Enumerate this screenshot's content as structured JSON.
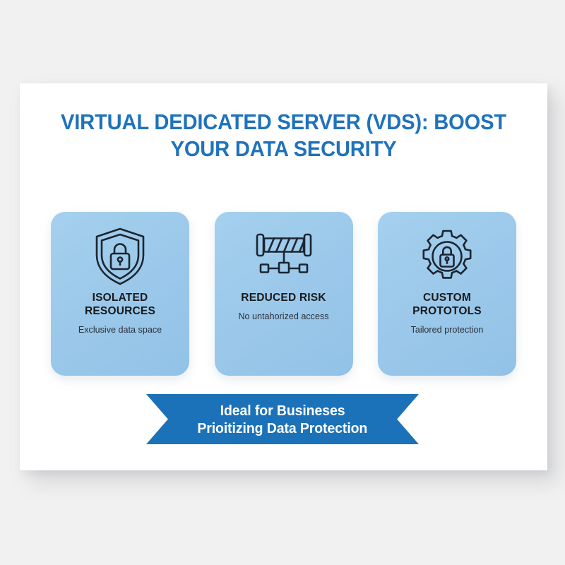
{
  "poster": {
    "title_line1": "VIRTUAL DEDICATED SERVER (VDS): BOOST",
    "title_line2": "YOUR DATA SECURITY",
    "title_color": "#1F72BC",
    "background_color": "#FFFFFF",
    "page_background_color": "#F1F1F1"
  },
  "cards": [
    {
      "icon": "shield-lock-icon",
      "heading_line1": "ISOLATED",
      "heading_line2": "RESOURCES",
      "subtitle": "Exclusive data space",
      "fill_color": "#9CC9EA"
    },
    {
      "icon": "firewall-network-icon",
      "heading_line1": "REDUCED RISK",
      "heading_line2": "",
      "subtitle": "No untahorized access",
      "fill_color": "#9CC9EA"
    },
    {
      "icon": "gear-lock-icon",
      "heading_line1": "CUSTOM",
      "heading_line2": "PROTOTOLS",
      "subtitle": "Tailored protection",
      "fill_color": "#9CC9EA"
    }
  ],
  "banner": {
    "line1": "Ideal for Busineses",
    "line2": "Prioitizing Data Protection",
    "fill_color": "#1B72B8",
    "text_color": "#FFFFFF"
  }
}
